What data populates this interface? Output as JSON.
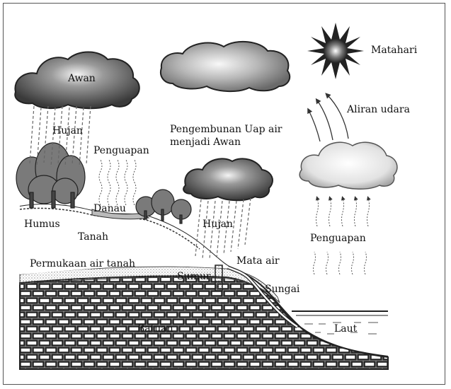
{
  "labels": {
    "awan": "Awan",
    "matahari": "Matahari",
    "aliran_udara": "Aliran udara",
    "hujan_left": "Hujan",
    "pengembunan_line1": "Pengembunan Uap air",
    "pengembunan_line2": "menjadi Awan",
    "penguapan_left": "Penguapan",
    "danau": "Danau",
    "humus": "Humus",
    "tanah": "Tanah",
    "hujan_center": "Hujan",
    "penguapan_right": "Penguapan",
    "permukaan_air_tanah": "Permukaan air tanah",
    "mata_air": "Mata air",
    "sumur": "Sumur",
    "sungai": "Sungai",
    "batuan": "Batuan",
    "laut": "Laut"
  },
  "colors": {
    "cloud_dark": "#4a4a4a",
    "cloud_light": "#d8d8d8",
    "sun": "#2a2a2a",
    "rock": "#ffffff",
    "rock_stroke": "#222222"
  }
}
